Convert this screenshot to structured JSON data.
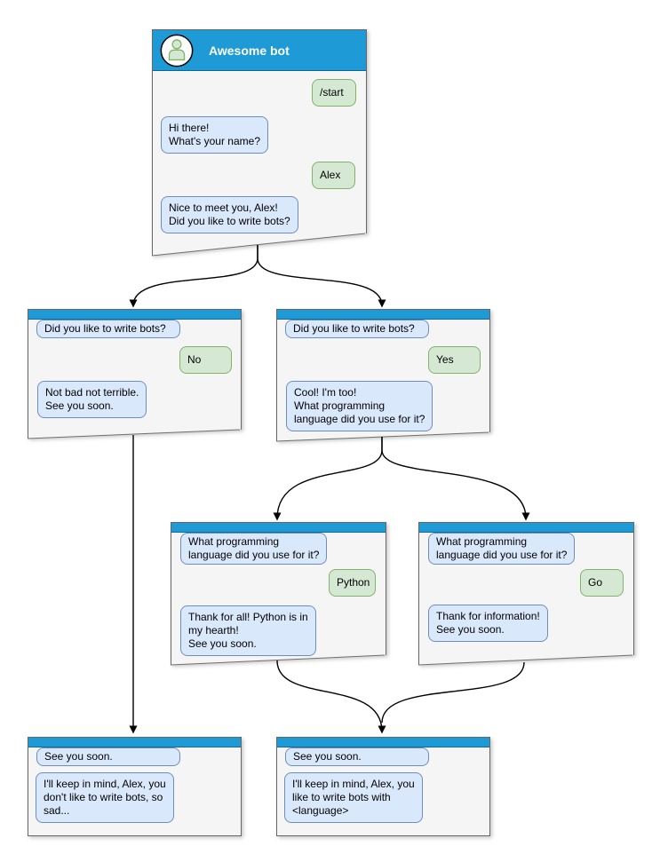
{
  "colors": {
    "header_blue": "#1e9bd7",
    "window_bg": "#f5f5f5",
    "window_border": "#666666",
    "bubble_blue_fill": "#dae8fc",
    "bubble_blue_border": "#6c8ebf",
    "bubble_green_fill": "#d5e8d4",
    "bubble_green_border": "#82b366"
  },
  "windows": {
    "root": {
      "title": "Awesome bot",
      "avatar_icon": "person-icon",
      "messages": [
        {
          "from": "user",
          "text": "/start"
        },
        {
          "from": "bot",
          "text": "Hi there!\nWhat's your name?"
        },
        {
          "from": "user",
          "text": "Alex"
        },
        {
          "from": "bot",
          "text": "Nice to meet you, Alex!\nDid you like to write bots?"
        }
      ]
    },
    "branch_no": {
      "messages": [
        {
          "from": "bot",
          "text": "Did you like to write bots?"
        },
        {
          "from": "user",
          "text": "No"
        },
        {
          "from": "bot",
          "text": "Not bad not terrible.\nSee you soon."
        }
      ]
    },
    "branch_yes": {
      "messages": [
        {
          "from": "bot",
          "text": "Did you like to write bots?"
        },
        {
          "from": "user",
          "text": "Yes"
        },
        {
          "from": "bot",
          "text": "Cool! I'm too!\nWhat programming\nlanguage did you use for it?"
        }
      ]
    },
    "branch_python": {
      "messages": [
        {
          "from": "bot",
          "text": "What programming\nlanguage did you use for it?"
        },
        {
          "from": "user",
          "text": "Python"
        },
        {
          "from": "bot",
          "text": "Thank for all! Python is in\nmy hearth!\nSee you soon."
        }
      ]
    },
    "branch_go": {
      "messages": [
        {
          "from": "bot",
          "text": "What programming\nlanguage did you use for it?"
        },
        {
          "from": "user",
          "text": "Go"
        },
        {
          "from": "bot",
          "text": "Thank for information!\nSee you soon."
        }
      ]
    },
    "end_no": {
      "messages": [
        {
          "from": "bot",
          "text": "See you soon."
        },
        {
          "from": "bot",
          "text": "I'll keep in mind, Alex, you\ndon't like to write bots, so\nsad..."
        }
      ]
    },
    "end_yes": {
      "messages": [
        {
          "from": "bot",
          "text": "See you soon."
        },
        {
          "from": "bot",
          "text": "I'll keep in mind, Alex, you\nlike to write bots with\n<language>"
        }
      ]
    }
  },
  "edges": [
    {
      "from": "root",
      "to": "branch_no"
    },
    {
      "from": "root",
      "to": "branch_yes"
    },
    {
      "from": "branch_no",
      "to": "end_no"
    },
    {
      "from": "branch_yes",
      "to": "branch_python"
    },
    {
      "from": "branch_yes",
      "to": "branch_go"
    },
    {
      "from": "branch_python",
      "to": "end_yes"
    },
    {
      "from": "branch_go",
      "to": "end_yes"
    }
  ]
}
